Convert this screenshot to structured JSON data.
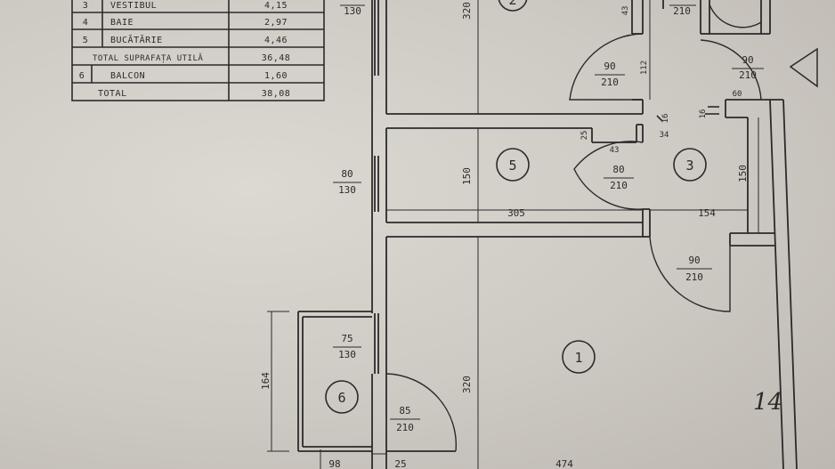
{
  "area_table": {
    "rows": [
      {
        "num": "3",
        "name": "VESTIBUL",
        "area": "4,15"
      },
      {
        "num": "4",
        "name": "BAIE",
        "area": "2,97"
      },
      {
        "num": "5",
        "name": "BUCĂTĂRIE",
        "area": "4,46"
      },
      {
        "num": "",
        "name": "TOTAL SUPRAFAȚA UTILĂ",
        "area": "36,48"
      },
      {
        "num": "6",
        "name": "BALCON",
        "area": "1,60"
      },
      {
        "num": "",
        "name": "TOTAL",
        "area": "38,08"
      }
    ]
  },
  "rooms": {
    "r1": "1",
    "r2": "2",
    "r3": "3",
    "r5": "5",
    "r6": "6"
  },
  "openings": {
    "w_top_left": {
      "w": "",
      "h": "130"
    },
    "w_kitchen": {
      "w": "80",
      "h": "130"
    },
    "w_balcony": {
      "w": "75",
      "h": "130"
    },
    "d_bath": {
      "w": "90",
      "h": "210"
    },
    "d_top_right": {
      "w": "90",
      "h": "210"
    },
    "d_top_small": {
      "w": "",
      "h": "210"
    },
    "d_kitchen": {
      "w": "80",
      "h": "210"
    },
    "d_entry": {
      "w": "90",
      "h": "210"
    },
    "d_balcony": {
      "w": "85",
      "h": "210"
    }
  },
  "dimensions": {
    "d320_top": "320",
    "d150_kitchen": "150",
    "d305": "305",
    "d154": "154",
    "d150_hall": "150",
    "d320_bottom": "320",
    "d164": "164",
    "d98": "98",
    "d25": "25",
    "d474": "474",
    "d112": "112",
    "d16a": "16",
    "d16b": "16",
    "d34": "34",
    "d43": "43",
    "d25b": "25",
    "d60": "60",
    "d43_top": "43"
  },
  "handwriting": {
    "number": "14"
  }
}
